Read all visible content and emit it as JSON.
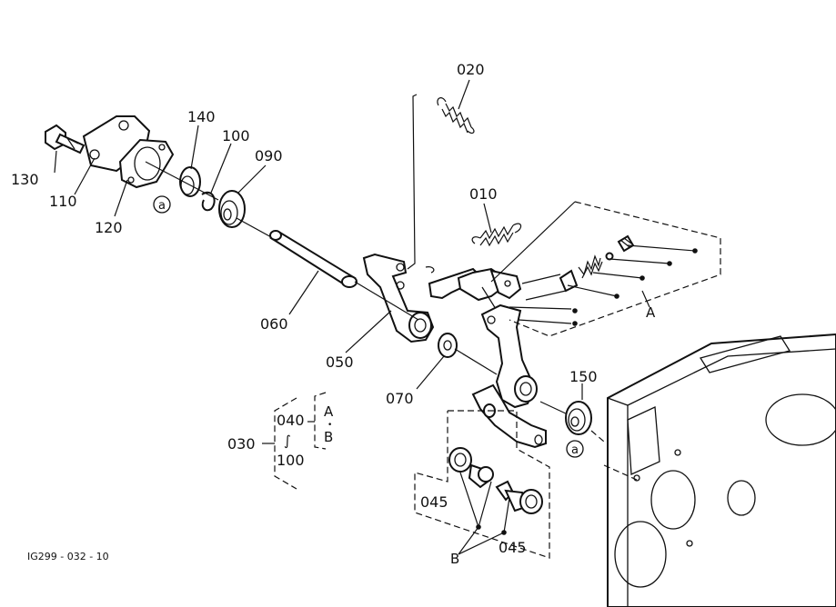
{
  "diagram": {
    "figure_code": "IG299 - 032 - 10",
    "callouts": {
      "p020": "020",
      "p010": "010",
      "p140": "140",
      "p100": "100",
      "p090": "090",
      "p130": "130",
      "p110": "110",
      "p120": "120",
      "p060": "060",
      "p050": "050",
      "p070": "070",
      "p150": "150",
      "p030": "030",
      "p040": "040",
      "p100b": "100",
      "p045a": "045",
      "p045b": "045"
    },
    "set_markers": {
      "a1": "a",
      "a2": "a",
      "A_upper": "A",
      "A_bracket": "A",
      "B_bracket": "B",
      "B_lower": "B",
      "range_sign": "∫",
      "dot_sep": "•"
    }
  }
}
